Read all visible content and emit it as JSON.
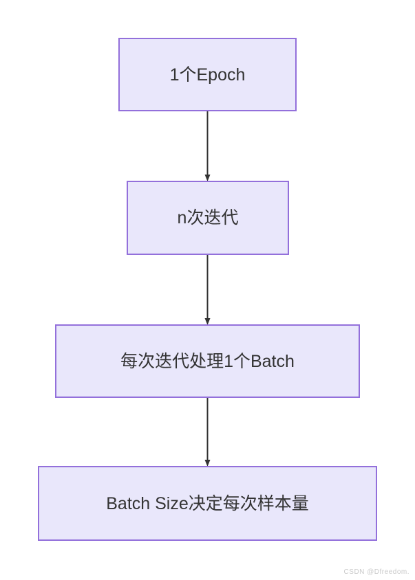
{
  "diagram": {
    "title": "Epoch / Iteration / Batch flowchart",
    "orientation": "top-to-bottom",
    "background_color": "#ffffff",
    "node_fill_color": "#e9e7fb",
    "node_border_color": "#9370db",
    "node_text_color": "#333333",
    "edge_color": "#333333",
    "nodes": [
      {
        "id": "epoch",
        "label": "1个Epoch"
      },
      {
        "id": "iter",
        "label": "n次迭代"
      },
      {
        "id": "batch",
        "label": "每次迭代处理1个Batch"
      },
      {
        "id": "bsize",
        "label": "Batch Size决定每次样本量"
      }
    ],
    "edges": [
      {
        "from": "epoch",
        "to": "iter",
        "label": ""
      },
      {
        "from": "iter",
        "to": "batch",
        "label": ""
      },
      {
        "from": "batch",
        "to": "bsize",
        "label": ""
      }
    ]
  },
  "watermark": {
    "text": "CSDN @Dfreedom."
  }
}
